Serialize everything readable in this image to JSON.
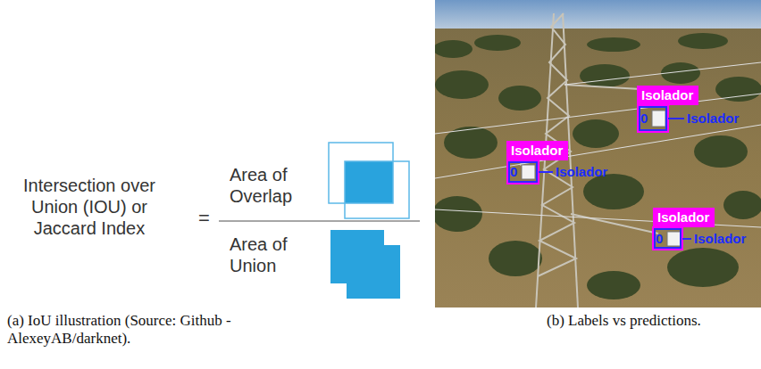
{
  "diagram": {
    "nodes": [
      {
        "text": [
          "Isolador"
        ]
      },
      {
        "text": [
          "Isolador"
        ]
      },
      {
        "text": [
          "Isolador"
        ]
      }
    ],
    "labels": [
      "Intersection over Union (IOU) or Jaccard Index",
      "=",
      "Area of Overlap",
      "Area of Union",
      "0",
      "Isolador",
      "0",
      "Isolador",
      "0",
      "Isolador",
      "(a) IoU illustration (Source: Github - AlexeyAB/darknet).",
      "(b) Labels vs predictions."
    ]
  }
}
